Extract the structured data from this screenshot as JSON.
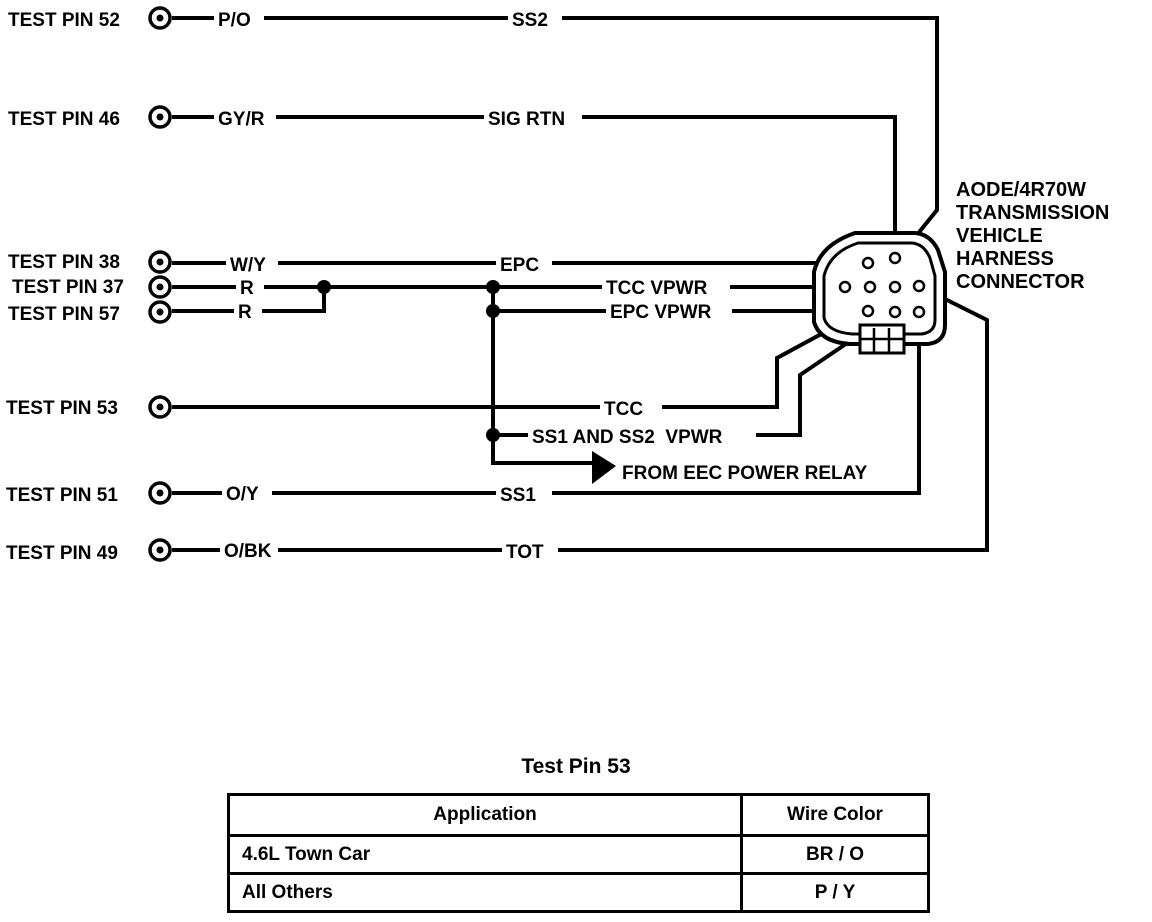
{
  "test_pins": [
    {
      "label": "TEST PIN 52",
      "wire_color": "P/O",
      "signal": "SS2"
    },
    {
      "label": "TEST PIN 46",
      "wire_color": "GY/R",
      "signal": "SIG RTN"
    },
    {
      "label": "TEST PIN 38",
      "wire_color": "W/Y",
      "signal": "EPC"
    },
    {
      "label": "TEST PIN 37",
      "wire_color": "R",
      "signal": "TCC VPWR"
    },
    {
      "label": "TEST PIN 57",
      "wire_color": "R",
      "signal": "EPC VPWR"
    },
    {
      "label": "TEST PIN 53",
      "wire_color": "",
      "signal": "TCC"
    },
    {
      "label": "TEST PIN 51",
      "wire_color": "O/Y",
      "signal": "SS1"
    },
    {
      "label": "TEST PIN 49",
      "wire_color": "O/BK",
      "signal": "TOT"
    }
  ],
  "branch_labels": {
    "ss1_ss2_vpwr": "SS1 AND SS2  VPWR",
    "power_relay": "FROM EEC POWER RELAY"
  },
  "connector_label": [
    "AODE/4R70W",
    "TRANSMISSION",
    "VEHICLE",
    "HARNESS",
    "CONNECTOR"
  ],
  "table": {
    "title": "Test Pin 53",
    "headers": [
      "Application",
      "Wire Color"
    ],
    "rows": [
      {
        "application": "4.6L Town Car",
        "wire_color": "BR / O"
      },
      {
        "application": "All Others",
        "wire_color": "P / Y"
      }
    ]
  }
}
